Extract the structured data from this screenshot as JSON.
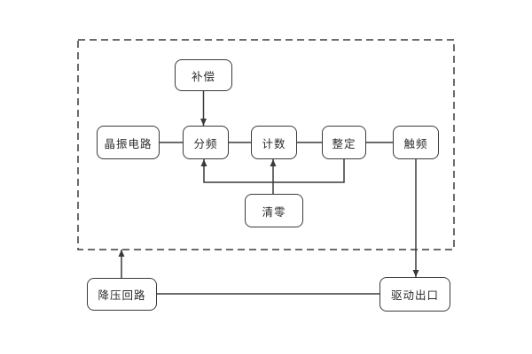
{
  "diagram": {
    "type": "block-diagram",
    "nodes": {
      "bucang": {
        "label": "补偿"
      },
      "jingzhen": {
        "label": "晶振电路"
      },
      "fenpin": {
        "label": "分频"
      },
      "jishu": {
        "label": "计数"
      },
      "zhengding": {
        "label": "整定"
      },
      "chupin": {
        "label": "触频"
      },
      "qingling": {
        "label": "清零"
      },
      "jiangya": {
        "label": "降压回路"
      },
      "qudong": {
        "label": "驱动出口"
      }
    },
    "edges": [
      {
        "from": "补偿",
        "to": "分频",
        "type": "arrow"
      },
      {
        "from": "晶振电路",
        "to": "分频",
        "type": "line"
      },
      {
        "from": "分频",
        "to": "计数",
        "type": "line"
      },
      {
        "from": "计数",
        "to": "整定",
        "type": "line"
      },
      {
        "from": "整定",
        "to": "触频",
        "type": "line"
      },
      {
        "from": "整定",
        "to": "分频",
        "type": "arrow",
        "via": "feedback-bus"
      },
      {
        "from": "清零",
        "to": "计数",
        "type": "arrow",
        "via": "feedback-bus"
      },
      {
        "from": "触频",
        "to": "驱动出口",
        "type": "arrow"
      },
      {
        "from": "降压回路",
        "to": "module-boundary",
        "type": "arrow"
      },
      {
        "from": "降压回路",
        "to": "驱动出口",
        "type": "line"
      }
    ],
    "boundary": {
      "style": "dashed-rectangle"
    },
    "colors": {
      "line": "#3a3a3a",
      "box_border": "#3a3a3a",
      "text": "#2b2b2b",
      "background": "#ffffff"
    }
  }
}
